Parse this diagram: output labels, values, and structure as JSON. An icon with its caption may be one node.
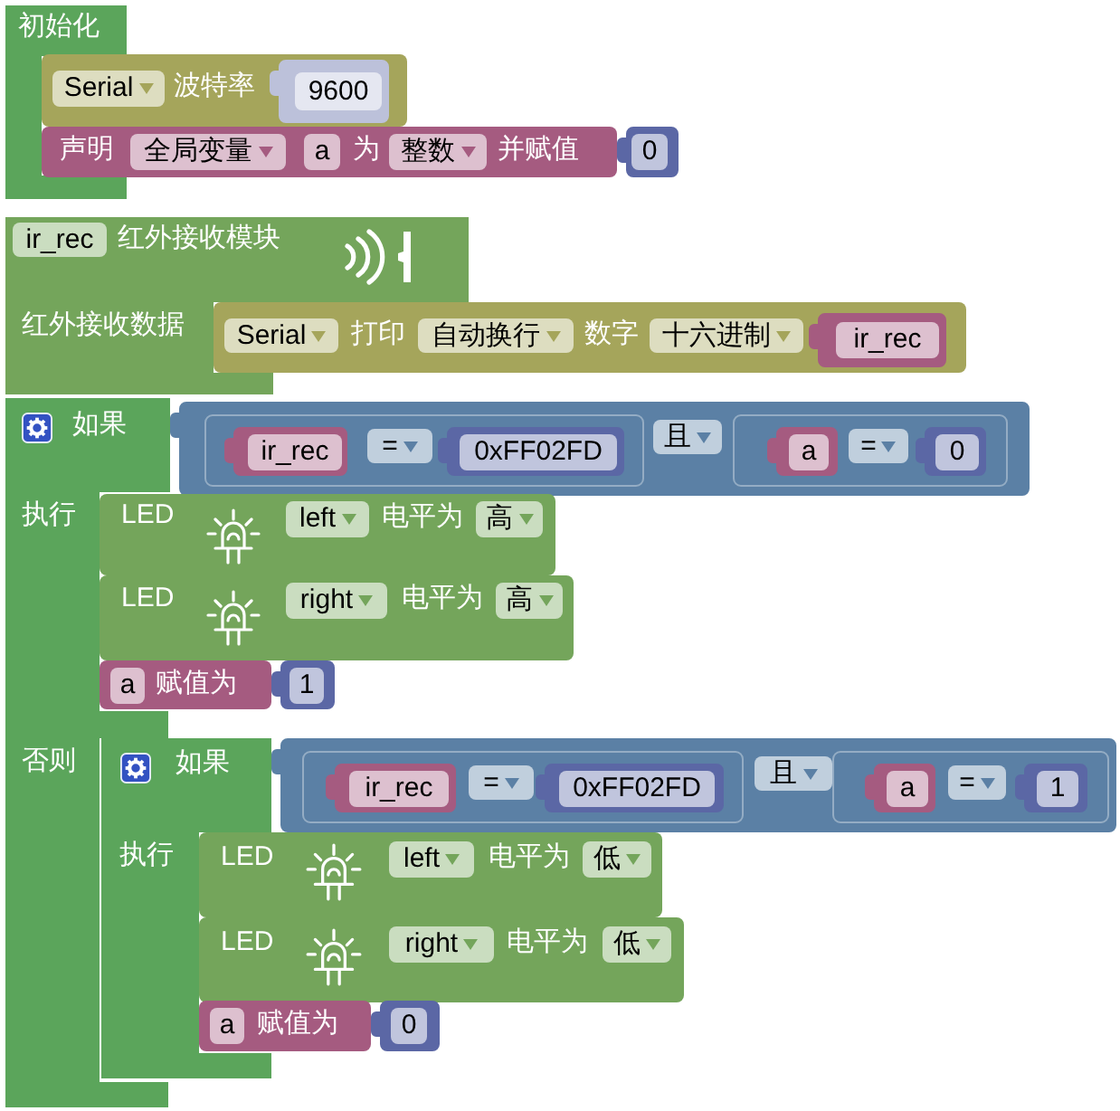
{
  "diagram": {
    "nodes": [
      {
        "text": [
          "初始化"
        ]
      },
      {
        "text": [
          "Serial",
          "波特率"
        ]
      },
      {
        "text": [
          "9600"
        ],
        "in": 1
      },
      {
        "text": [
          "声明",
          "全局变量",
          "a",
          "为",
          "整数",
          "并赋值"
        ]
      },
      {
        "text": [
          "0"
        ]
      },
      {
        "text": [
          "ir_rec",
          "红外接收模块",
          "红外接收数据"
        ]
      },
      {
        "text": [
          "Serial",
          "打印",
          "自动换行",
          "数字",
          "十六进制"
        ]
      },
      {
        "text": [
          "ir_rec"
        ],
        "in": 6
      },
      {
        "text": [
          "如果",
          "执行",
          "否则"
        ]
      },
      {
        "text": [
          "且"
        ]
      },
      {
        "text": [
          "="
        ],
        "in": 9
      },
      {
        "text": [
          "ir_rec"
        ],
        "in": 10
      },
      {
        "text": [
          "0xFF02FD"
        ],
        "in": 10
      },
      {
        "text": [
          "="
        ],
        "in": 9
      },
      {
        "text": [
          "a"
        ],
        "in": 13
      },
      {
        "text": [
          "0"
        ],
        "in": 13
      },
      {
        "text": [
          "LED",
          "left",
          "电平为",
          "高"
        ]
      },
      {
        "text": [
          "LED",
          "right",
          "电平为",
          "高"
        ]
      },
      {
        "text": [
          "a",
          "赋值为"
        ]
      },
      {
        "text": [
          "1"
        ]
      },
      {
        "text": [
          "如果",
          "执行"
        ]
      },
      {
        "text": [
          "且"
        ]
      },
      {
        "text": [
          "="
        ],
        "in": 21
      },
      {
        "text": [
          "ir_rec"
        ],
        "in": 22
      },
      {
        "text": [
          "0xFF02FD"
        ],
        "in": 22
      },
      {
        "text": [
          "="
        ],
        "in": 21
      },
      {
        "text": [
          "a"
        ],
        "in": 25
      },
      {
        "text": [
          "1"
        ],
        "in": 25
      },
      {
        "text": [
          "LED",
          "left",
          "电平为",
          "低"
        ]
      },
      {
        "text": [
          "LED",
          "right",
          "电平为",
          "低"
        ]
      },
      {
        "text": [
          "a",
          "赋值为"
        ]
      },
      {
        "text": [
          "0"
        ]
      }
    ]
  }
}
